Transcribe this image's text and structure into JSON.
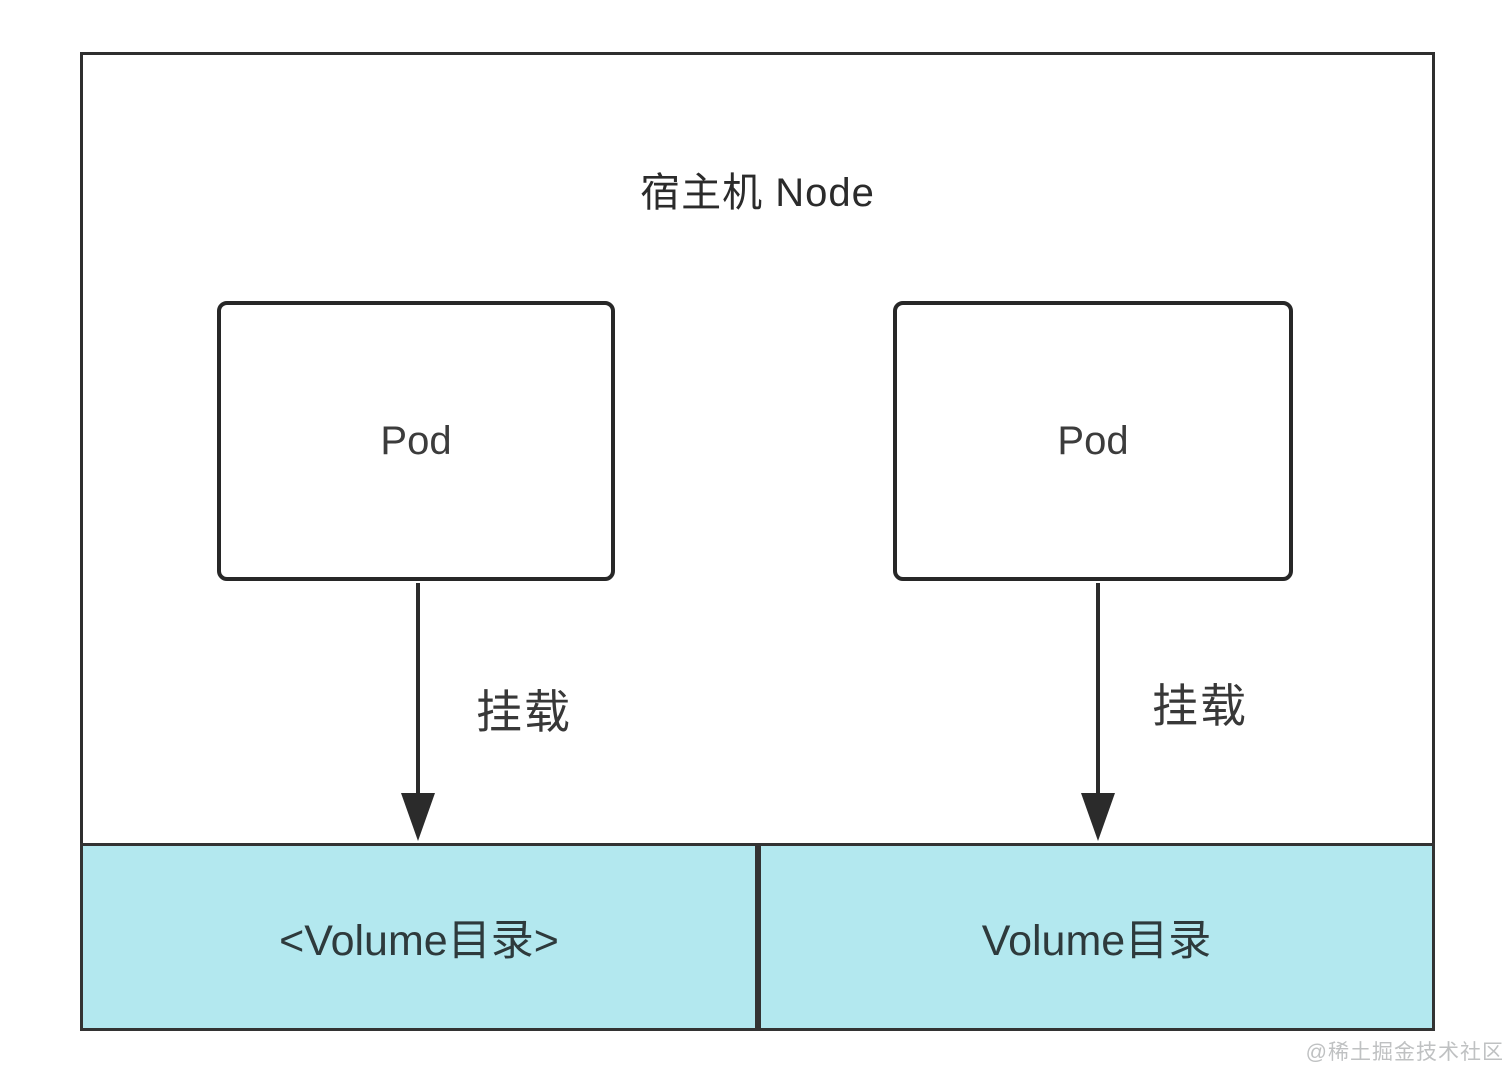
{
  "node": {
    "title": "宿主机 Node",
    "pods": [
      {
        "label": "Pod"
      },
      {
        "label": "Pod"
      }
    ],
    "mounts": [
      {
        "label": "挂载"
      },
      {
        "label": "挂载"
      }
    ],
    "volumes": [
      {
        "label": "<Volume目录>"
      },
      {
        "label": "Volume目录"
      }
    ]
  },
  "watermark": "@稀土掘金技术社区",
  "colors": {
    "border": "#2f2f2f",
    "arrow": "#2b2b2b",
    "volume_fill": "#b3e8ef",
    "watermark": "#bfc1c2"
  }
}
